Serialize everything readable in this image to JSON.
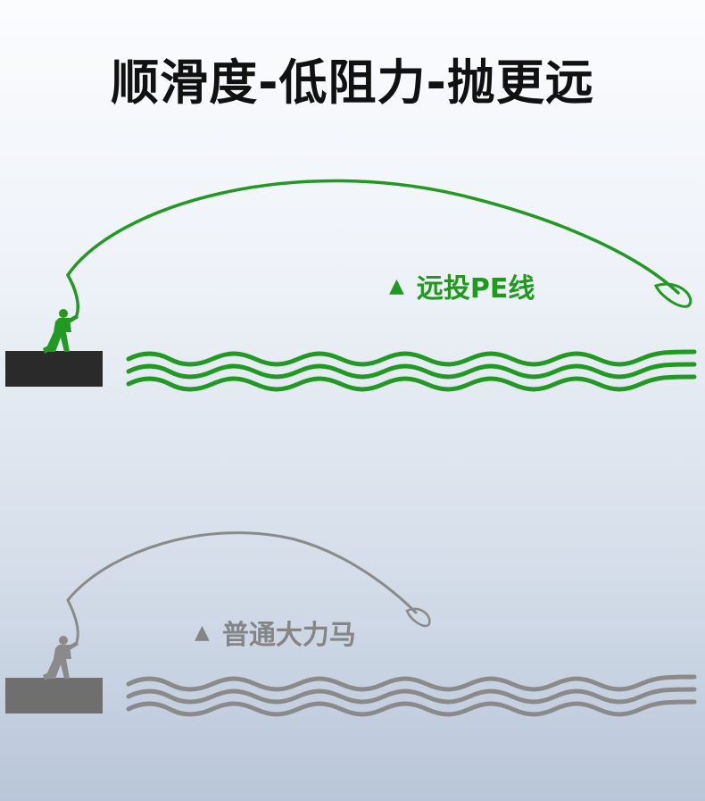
{
  "title": "顺滑度-低阻力-抛更远",
  "pe": {
    "label": "远投PE线",
    "marker": "▲",
    "color": "#229922",
    "platform_color": "#2a2a2a"
  },
  "normal": {
    "label": "普通大力马",
    "marker": "▲",
    "color": "#8a8a8a",
    "platform_color": "#6f6f6f"
  },
  "icons": [
    "fisherman-icon",
    "platform-block",
    "water-wave-lines"
  ]
}
